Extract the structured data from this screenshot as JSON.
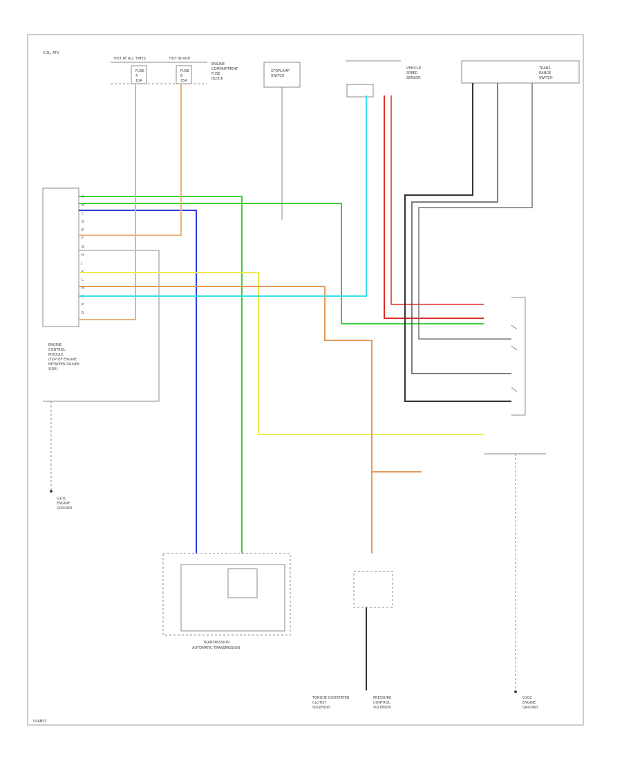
{
  "title": "4.3L, ATX",
  "footer_code": "04ABS3",
  "modules": {
    "pcm_lines": [
      "ENGINE",
      "CONTROL",
      "MODULE",
      "(TOP OF ENGINE",
      "BETWEEN DRIVER",
      "SIDE)"
    ],
    "bcm_pins": [
      "A",
      "B",
      "C",
      "D",
      "E",
      "F",
      "G",
      "H",
      "J",
      "K",
      "L",
      "M",
      "N",
      "P",
      "R"
    ]
  },
  "fuse_panel": {
    "hot_left": "HOT AT ALL TIMES",
    "hot_right": "HOT IN RUN",
    "fuse_left": [
      "FUSE",
      "4",
      "10A"
    ],
    "fuse_right": [
      "FUSE",
      "8",
      "15A"
    ],
    "panel_lines": [
      "ENGINE",
      "COMPARTMENT",
      "FUSE",
      "BLOCK"
    ]
  },
  "vss_lines": [
    "VEHICLE",
    "SPEED",
    "SENSOR"
  ],
  "brake_switch_lines": [
    "STOPLAMP",
    "SWITCH"
  ],
  "trans_range": [
    "TRANS",
    "RANGE",
    "SWITCH"
  ],
  "bottom_labels": {
    "left_ground": [
      "G101",
      "ENGINE",
      "GROUND"
    ],
    "center_left": [
      "TORQUE CONVERTER",
      "CLUTCH",
      "SOLENOID"
    ],
    "center_right": [
      "PRESSURE",
      "CONTROL",
      "SOLENOID"
    ],
    "right_ground": [
      "G102",
      "ENGINE",
      "GROUND"
    ],
    "shift_box": "TRANSMISSION",
    "shift_box_caption": "AUTOMATIC TRANSMISSION"
  },
  "colors": {
    "green": "#3ccf3c",
    "blue": "#2a3fd6",
    "cyan": "#33e0e6",
    "red": "#e02a2a",
    "yellow": "#f0ea50",
    "orange": "#e59a5a",
    "tan": "#e8b57a",
    "black": "#333333",
    "gray": "#8c8c8c",
    "frame": "#999999"
  }
}
